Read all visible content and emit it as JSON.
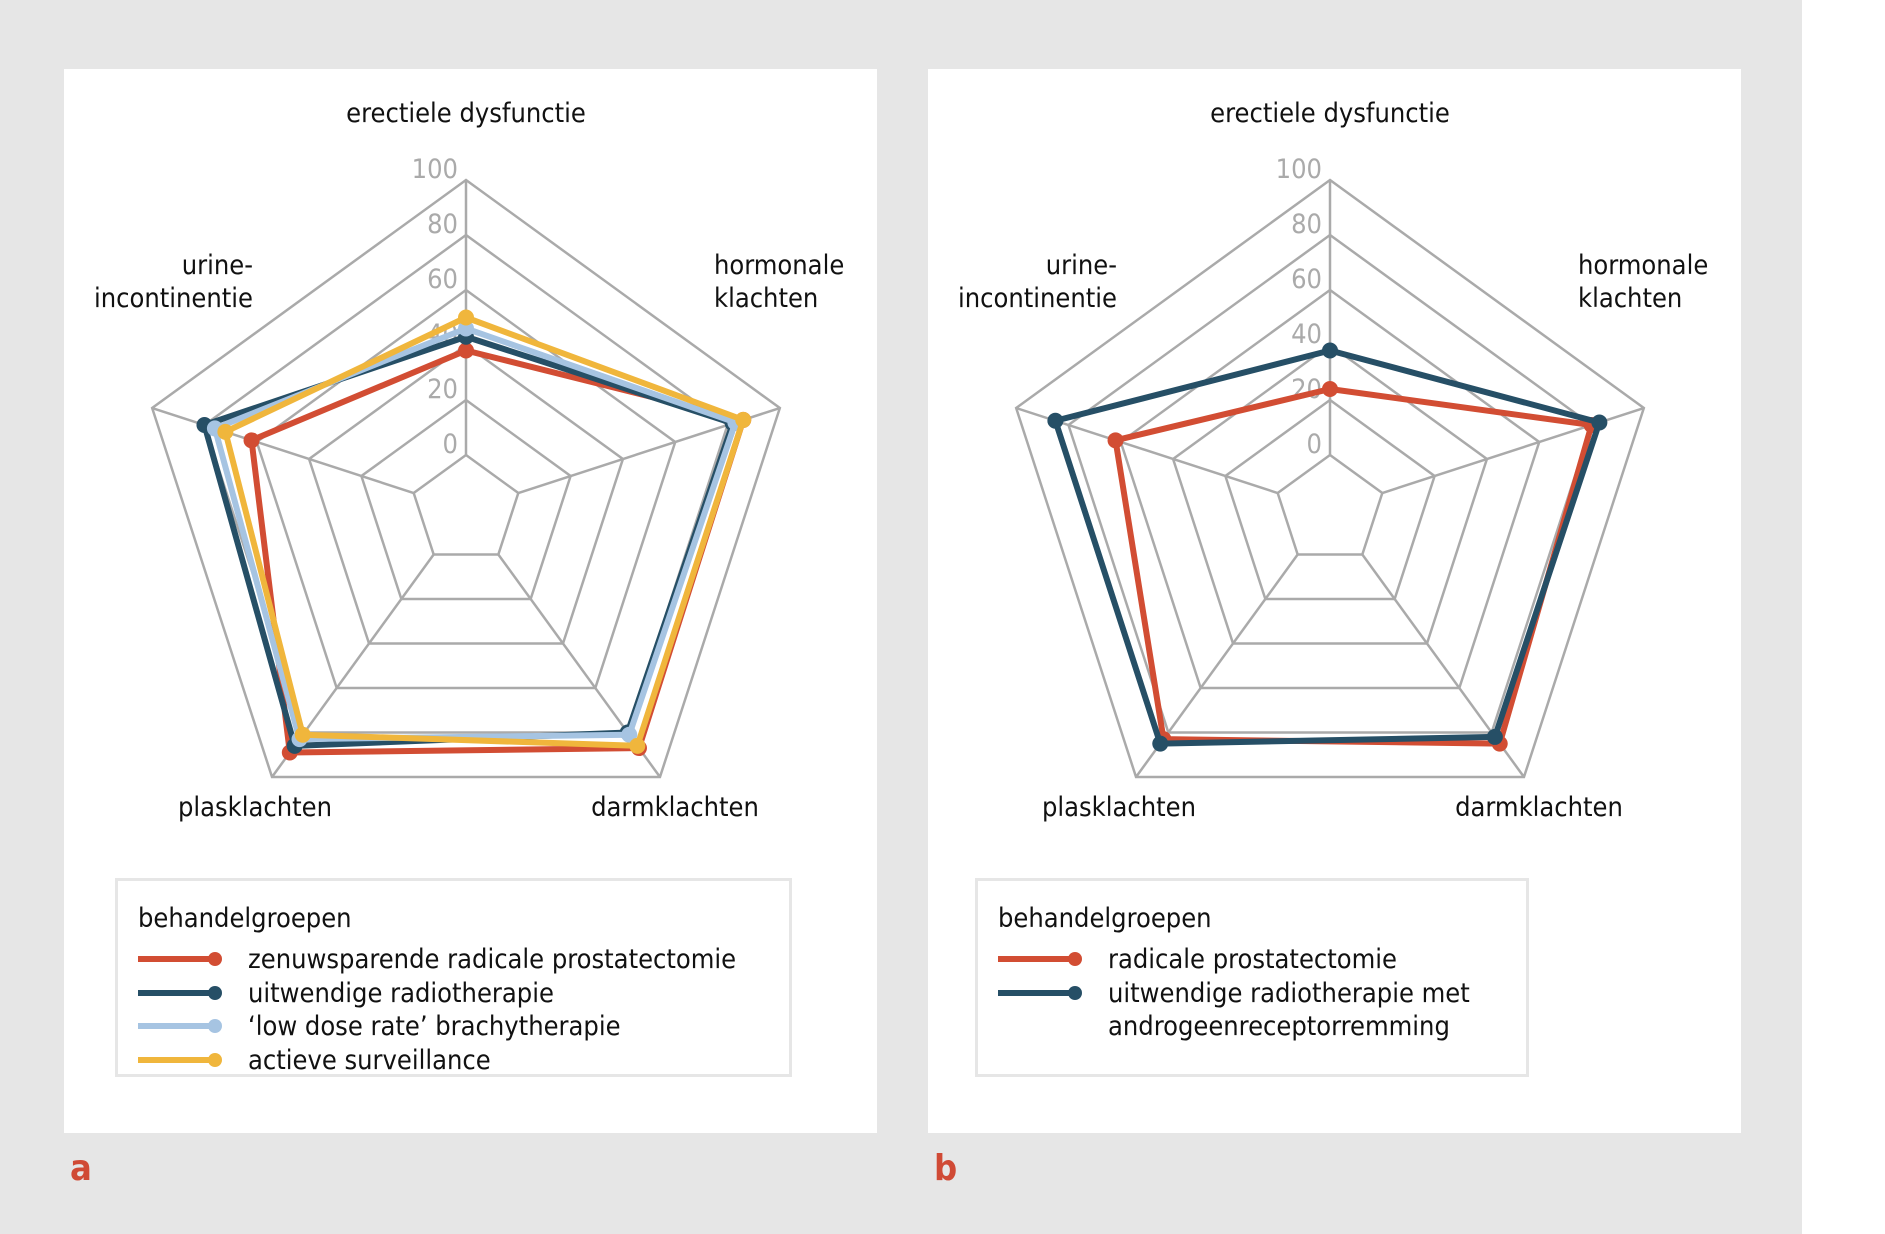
{
  "chart_data": [
    {
      "type": "radar",
      "panel_label": "a",
      "axes": [
        "erectiele dysfunctie",
        "hormonale klachten",
        "darmklachten",
        "plasklachten",
        "urine-incontinentie"
      ],
      "axis_label_lines": [
        [
          "erectiele dysfunctie"
        ],
        [
          "hormonale",
          "klachten"
        ],
        [
          "darmklachten"
        ],
        [
          "plasklachten"
        ],
        [
          "urine-",
          "incontinentie"
        ]
      ],
      "ticks": [
        "0",
        "20",
        "40",
        "60",
        "80",
        "100"
      ],
      "range": [
        0,
        100
      ],
      "grid": true,
      "legend_title": "behandelgroepen",
      "legend_placement": "bottom",
      "series": [
        {
          "name": "zenuwsparende radicale prostatectomie",
          "name_lines": [
            "zenuwsparende radicale prostatectomie"
          ],
          "color": "#d24d33",
          "values": [
            38,
            86,
            87,
            89,
            62
          ]
        },
        {
          "name": "uitwendige radiotherapie",
          "name_lines": [
            "uitwendige radiotherapie"
          ],
          "color": "#264f66",
          "values": [
            43,
            82,
            80,
            86,
            80
          ]
        },
        {
          "name": "'low dose rate' brachytherapie",
          "name_lines": [
            "‘low dose rate’ brachytherapie"
          ],
          "color": "#a6c4e2",
          "values": [
            46,
            83,
            81,
            83,
            76
          ]
        },
        {
          "name": "actieve surveillance",
          "name_lines": [
            "actieve surveillance"
          ],
          "color": "#f0b63c",
          "values": [
            50,
            86,
            86,
            81,
            72
          ]
        }
      ]
    },
    {
      "type": "radar",
      "panel_label": "b",
      "axes": [
        "erectiele dysfunctie",
        "hormonale klachten",
        "darmklachten",
        "plasklachten",
        "urine-incontinentie"
      ],
      "axis_label_lines": [
        [
          "erectiele dysfunctie"
        ],
        [
          "hormonale",
          "klachten"
        ],
        [
          "darmklachten"
        ],
        [
          "plasklachten"
        ],
        [
          "urine-",
          "incontinentie"
        ]
      ],
      "ticks": [
        "0",
        "20",
        "40",
        "60",
        "80",
        "100"
      ],
      "range": [
        0,
        100
      ],
      "grid": true,
      "legend_title": "behandelgroepen",
      "legend_placement": "bottom",
      "series": [
        {
          "name": "radicale prostatectomie",
          "name_lines": [
            "radicale prostatectomie"
          ],
          "color": "#d24d33",
          "values": [
            24,
            80,
            85,
            83,
            62
          ]
        },
        {
          "name": "uitwendige radiotherapie met androgeenreceptorremming",
          "name_lines": [
            "uitwendige radiotherapie met",
            "androgeenreceptorremming"
          ],
          "color": "#264f66",
          "values": [
            38,
            83,
            82,
            85,
            85
          ]
        }
      ]
    }
  ]
}
